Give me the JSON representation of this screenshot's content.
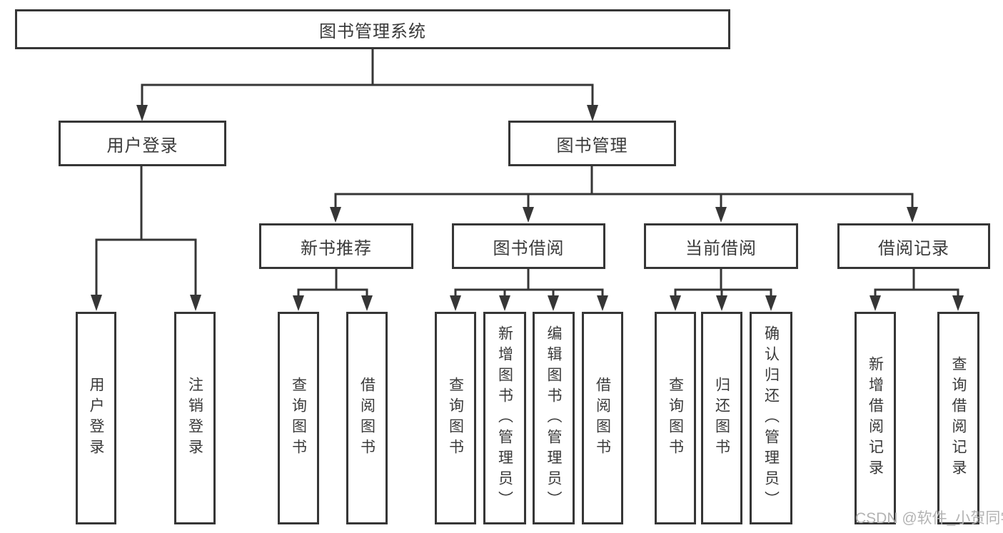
{
  "root": {
    "label": "图书管理系统"
  },
  "user_login": {
    "label": "用户登录",
    "children": {
      "login": "用户登录",
      "logout": "注销登录"
    }
  },
  "book_management": {
    "label": "图书管理",
    "new_book": {
      "label": "新书推荐",
      "children": {
        "query": "查询图书",
        "borrow": "借阅图书"
      }
    },
    "book_borrow": {
      "label": "图书借阅",
      "children": {
        "query": "查询图书",
        "add": "新增图书（管理员）",
        "edit": "编辑图书（管理员）",
        "borrow": "借阅图书"
      }
    },
    "current_borrow": {
      "label": "当前借阅",
      "children": {
        "query": "查询图书",
        "return": "归还图书",
        "confirm": "确认归还（管理员）"
      }
    },
    "records": {
      "label": "借阅记录",
      "children": {
        "add": "新增借阅记录",
        "query": "查询借阅记录"
      }
    }
  },
  "watermark": "CSDN @软件_小贺同学",
  "colors": {
    "line": "#363636",
    "text": "#3a3a3a",
    "watermark": "#b3b3b3",
    "background": "#ffffff"
  }
}
